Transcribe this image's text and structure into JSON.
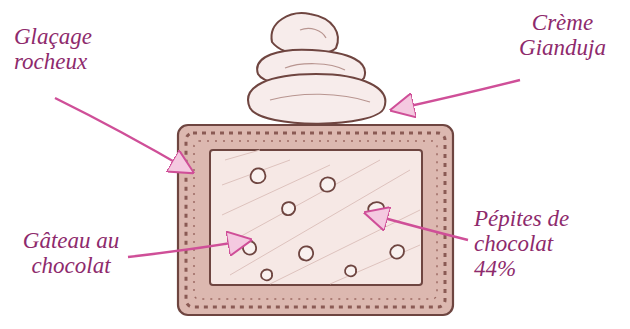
{
  "diagram": {
    "labels": [
      "Glaçage rocheux",
      "Crème Gianduja",
      "Gâteau au chocolat",
      "Pépites de chocolat 44%"
    ]
  }
}
